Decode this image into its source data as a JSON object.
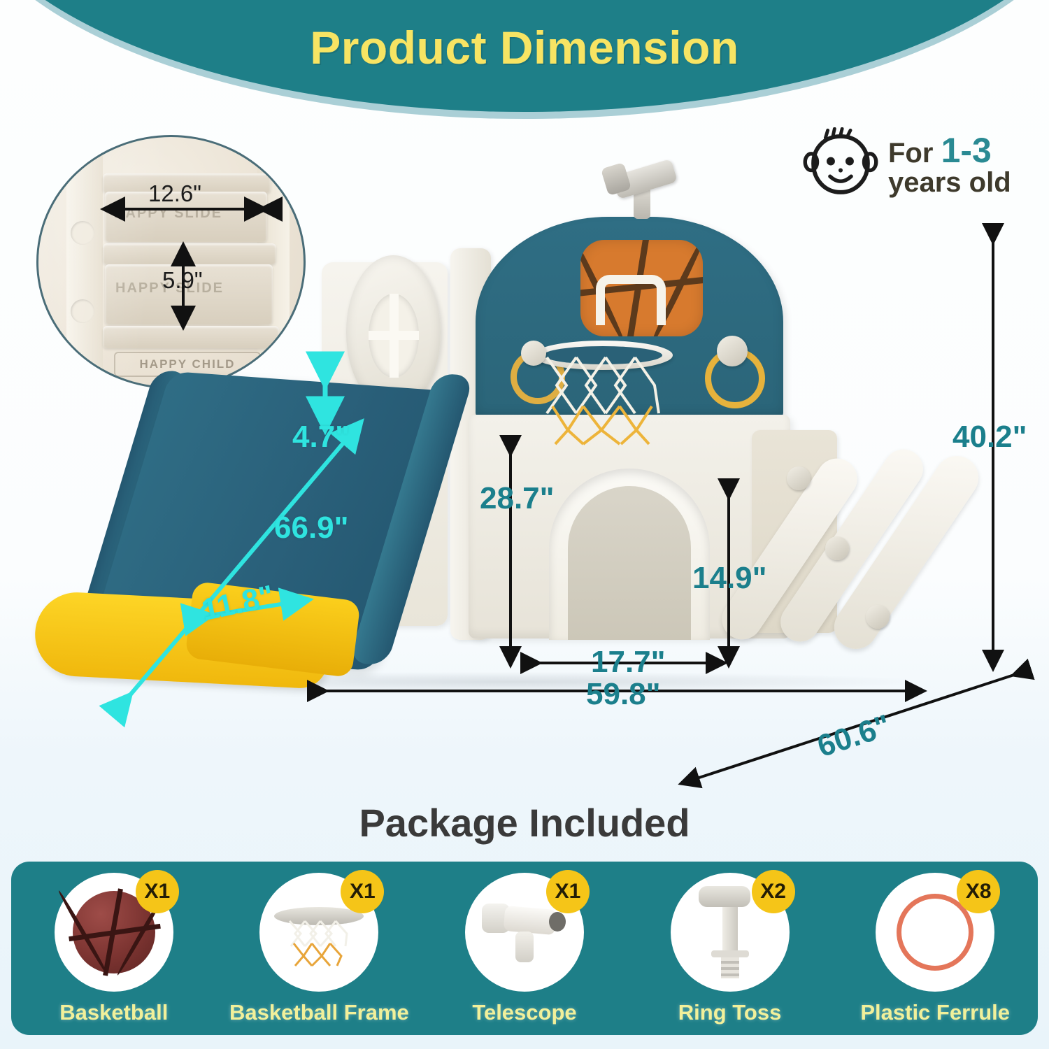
{
  "header": {
    "title": "Product Dimension",
    "bg_color": "#1e7f88",
    "text_color": "#f7e463"
  },
  "inset": {
    "name": "stair-detail-closeup",
    "width_label": "12.6\"",
    "height_label": "5.9\"",
    "brand_plate": "HAPPY CHILD",
    "emboss_top": "HAPPY SLIDE",
    "emboss_bottom": "HAPPY SLIDE"
  },
  "age_badge": {
    "icon": "baby-face-icon",
    "prefix": "For",
    "range": "1-3",
    "suffix": "years old",
    "range_color": "#2a8a93",
    "text_color": "#3e3a2c"
  },
  "dimensions": {
    "slide_height": "4.7\"",
    "slide_length": "66.9\"",
    "slide_width": "11.8\"",
    "deck_height": "28.7\"",
    "arch_height": "14.9\"",
    "arch_width": "17.7\"",
    "total_width": "59.8\"",
    "total_height": "40.2\"",
    "total_depth": "60.6\"",
    "cyan_color": "#2fe4e0",
    "teal_color": "#1b7f8c"
  },
  "package": {
    "title": "Package Included",
    "panel_color": "#1e7f88",
    "badge_color": "#f5c518",
    "label_color": "#f1f09a",
    "items": [
      {
        "label": "Basketball",
        "qty": "X1",
        "icon": "basketball-icon"
      },
      {
        "label": "Basketball Frame",
        "qty": "X1",
        "icon": "basketball-hoop-icon"
      },
      {
        "label": "Telescope",
        "qty": "X1",
        "icon": "telescope-icon"
      },
      {
        "label": "Ring Toss",
        "qty": "X2",
        "icon": "ring-toss-peg-icon"
      },
      {
        "label": "Plastic Ferrule",
        "qty": "X8",
        "icon": "plastic-ferrule-icon"
      }
    ]
  }
}
